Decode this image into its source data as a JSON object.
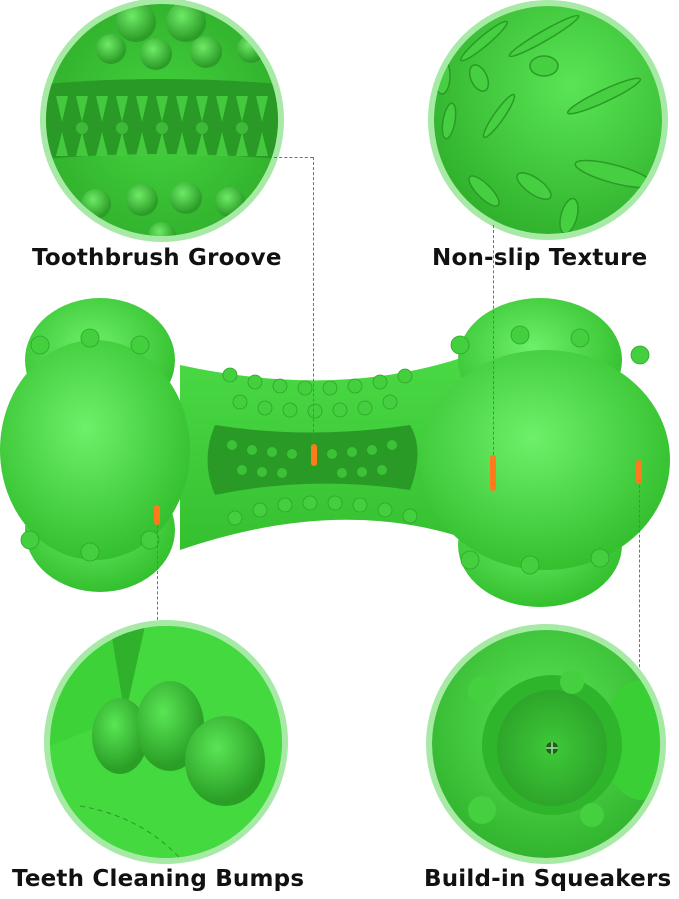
{
  "features": [
    {
      "id": "toothbrush-groove",
      "label": "Toothbrush Groove"
    },
    {
      "id": "non-slip-texture",
      "label": "Non-slip Texture"
    },
    {
      "id": "teeth-cleaning-bumps",
      "label": "Teeth Cleaning Bumps"
    },
    {
      "id": "build-in-squeakers",
      "label": "Build-in Squeakers"
    }
  ],
  "colors": {
    "toy_green": "#3fdc3a",
    "toy_dark": "#2fb52b",
    "toy_light": "#6cf06a",
    "ring": "#a6eaa6",
    "leader_line": "#2f9e3f",
    "marker_orange": "#ff7a1a"
  }
}
